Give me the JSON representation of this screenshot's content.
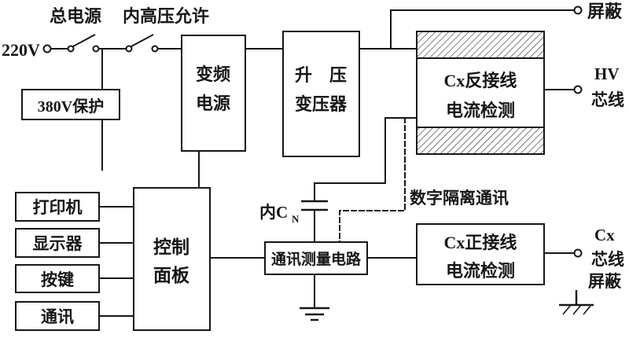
{
  "colors": {
    "ink": "#161616",
    "bg": "#ffffff"
  },
  "power": {
    "v220": "220V",
    "main_switch": "总电源",
    "hv_enable": "内高压允许",
    "protect": "380V保护"
  },
  "blocks": {
    "vfd": {
      "line1": "变频",
      "line2": "电源"
    },
    "transformer": {
      "line1": "升　压",
      "line2": "变压器"
    },
    "cx_reverse": {
      "line1": "Cx反接线",
      "line2": "电流检测"
    },
    "cx_forward": {
      "line1": "Cx正接线",
      "line2": "电流检测"
    },
    "comm_measure": "通讯测量电路",
    "control": {
      "line1": "控制",
      "line2": "面板"
    },
    "printer": "打印机",
    "display": "显示器",
    "keypad": "按键",
    "comm": "通讯"
  },
  "terminals": {
    "shield_top": "屏蔽",
    "hv": "HV",
    "hv_core": "芯线",
    "cx": "Cx",
    "cx_core": "芯线",
    "cx_shield": "屏蔽"
  },
  "annotations": {
    "digital_isolation": "数字隔离通讯",
    "inner_cn": "内C",
    "inner_cn_sub": "N"
  }
}
